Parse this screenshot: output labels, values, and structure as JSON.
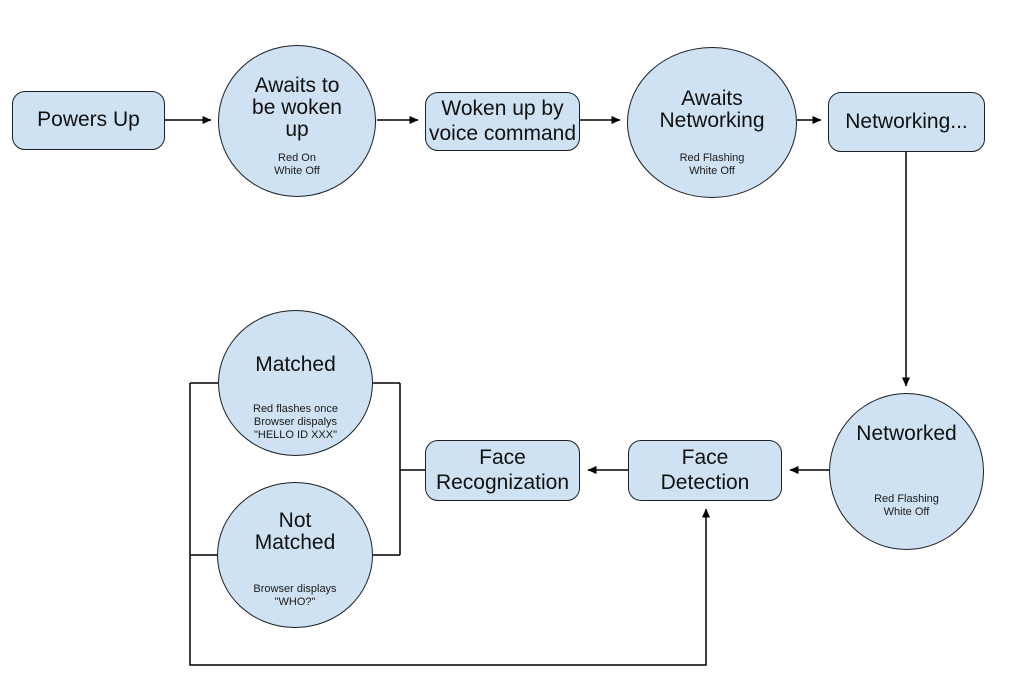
{
  "styles": {
    "node_fill": "#cfe2f3",
    "node_stroke": "#1c2026",
    "line_color": "#000000",
    "text_color": "#111111",
    "background": "#ffffff"
  },
  "nodes": {
    "powers_up": {
      "label": "Powers Up"
    },
    "awaits_wake": {
      "title": "Awaits to\nbe woken\nup",
      "subtitle": "Red On\nWhite Off"
    },
    "woken_up": {
      "label": "Woken up by\nvoice command"
    },
    "awaits_networking": {
      "title": "Awaits\nNetworking",
      "subtitle": "Red Flashing\nWhite Off"
    },
    "networking": {
      "label": "Networking..."
    },
    "networked": {
      "title": "Networked",
      "subtitle": "Red Flashing\nWhite Off"
    },
    "face_detection": {
      "label": "Face\nDetection"
    },
    "face_recognization": {
      "label": "Face\nRecognization"
    },
    "matched": {
      "title": "Matched",
      "subtitle": "Red flashes once\nBrowser dispalys\n\"HELLO ID XXX\""
    },
    "not_matched": {
      "title": "Not\nMatched",
      "subtitle": "Browser displays\n\"WHO?\""
    }
  },
  "edges": [
    {
      "from": "powers_up",
      "to": "awaits_wake"
    },
    {
      "from": "awaits_wake",
      "to": "woken_up"
    },
    {
      "from": "woken_up",
      "to": "awaits_networking"
    },
    {
      "from": "awaits_networking",
      "to": "networking"
    },
    {
      "from": "networking",
      "to": "networked"
    },
    {
      "from": "networked",
      "to": "face_detection"
    },
    {
      "from": "face_detection",
      "to": "face_recognization"
    },
    {
      "from": "face_recognization",
      "to": "matched"
    },
    {
      "from": "face_recognization",
      "to": "not_matched"
    },
    {
      "from": "not_matched",
      "to": "face_detection"
    }
  ]
}
